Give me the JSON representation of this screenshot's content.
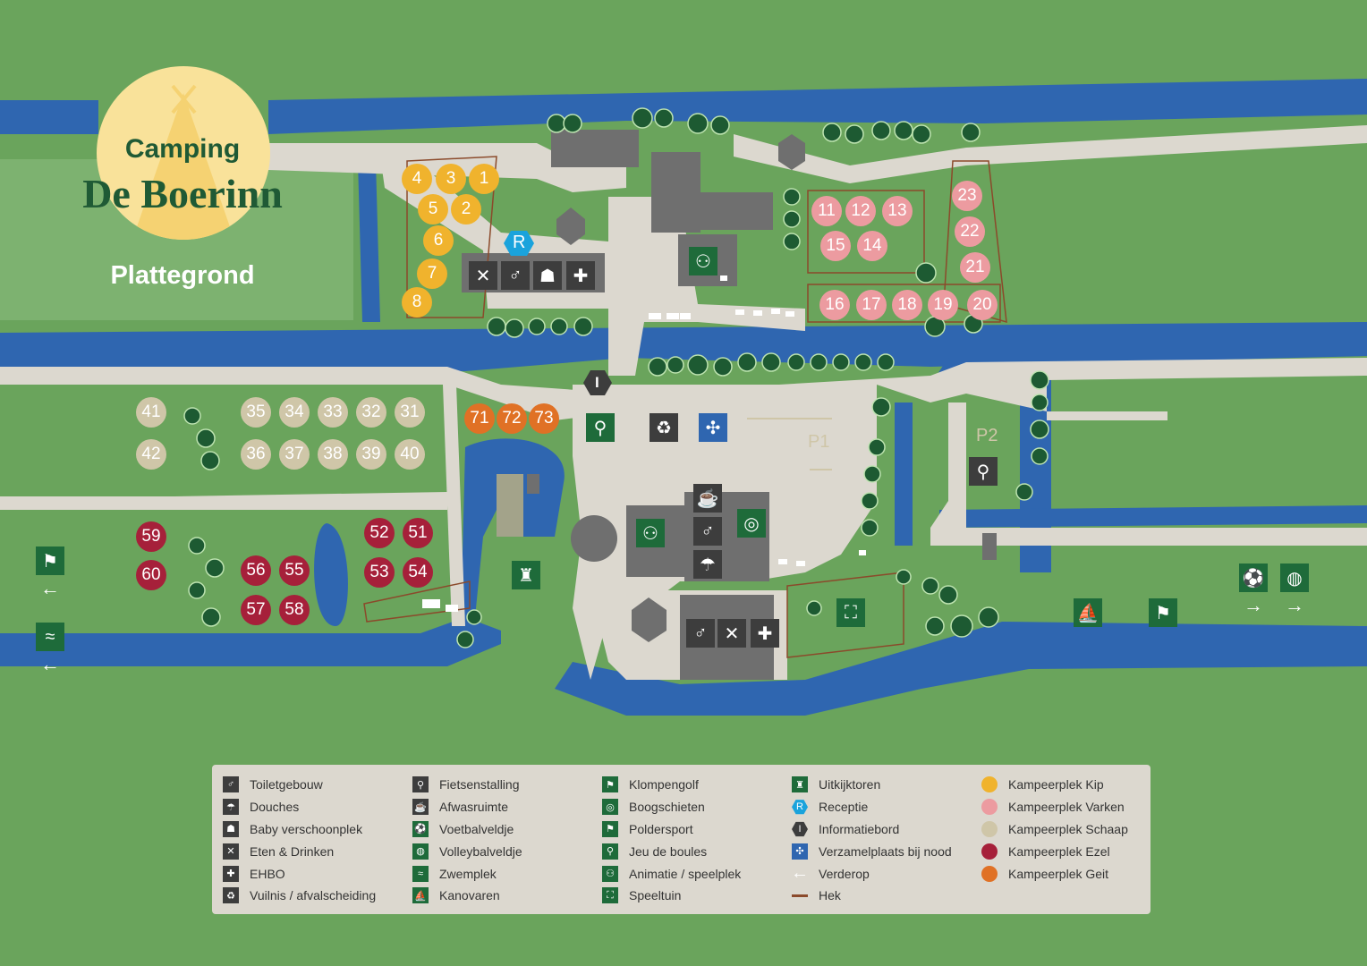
{
  "header": {
    "logo_top": "Camping",
    "logo_name": "De Boerinn",
    "subtitle": "Plattegrond"
  },
  "colors": {
    "grass": "#6aa45c",
    "water": "#2f66b0",
    "path": "#dcd8cf",
    "building": "#6f6f6f",
    "kip": "#f0b32d",
    "varken": "#ec9ba0",
    "schaap": "#cfc6a8",
    "ezel": "#a6203a",
    "geit": "#e07125",
    "info_blue": "#1aa3dc"
  },
  "map": {
    "parking": [
      "P1",
      "P2"
    ],
    "reception_badge": "R",
    "info_badge": "I",
    "pitch_groups": [
      {
        "group": "kip",
        "numbers": [
          "4",
          "3",
          "1",
          "5",
          "2",
          "6",
          "7",
          "8"
        ]
      },
      {
        "group": "varken",
        "numbers": [
          "23",
          "11",
          "12",
          "13",
          "22",
          "15",
          "14",
          "21",
          "16",
          "17",
          "18",
          "19",
          "20"
        ]
      },
      {
        "group": "schaap",
        "numbers": [
          "41",
          "42",
          "35",
          "34",
          "33",
          "32",
          "31",
          "36",
          "37",
          "38",
          "39",
          "40"
        ]
      },
      {
        "group": "geit",
        "numbers": [
          "71",
          "72",
          "73"
        ]
      },
      {
        "group": "ezel",
        "numbers": [
          "59",
          "60",
          "52",
          "51",
          "56",
          "55",
          "53",
          "54",
          "57",
          "58"
        ]
      }
    ]
  },
  "legend": {
    "columns": [
      [
        {
          "icon": "toilet-icon",
          "style": "dark",
          "label": "Toiletgebouw"
        },
        {
          "icon": "shower-icon",
          "style": "dark",
          "label": "Douches"
        },
        {
          "icon": "baby-change-icon",
          "style": "dark",
          "label": "Baby verschoonplek"
        },
        {
          "icon": "cutlery-icon",
          "style": "dark",
          "label": "Eten & Drinken"
        },
        {
          "icon": "first-aid-icon",
          "style": "dark",
          "label": "EHBO"
        },
        {
          "icon": "waste-bin-icon",
          "style": "dark",
          "label": "Vuilnis / afvalscheiding"
        }
      ],
      [
        {
          "icon": "bicycle-icon",
          "style": "dark",
          "label": "Fietsenstalling"
        },
        {
          "icon": "dishwashing-icon",
          "style": "dark",
          "label": "Afwasruimte"
        },
        {
          "icon": "football-icon",
          "style": "green",
          "label": "Voetbalveldje"
        },
        {
          "icon": "volleyball-icon",
          "style": "green",
          "label": "Volleybalveldje"
        },
        {
          "icon": "swimming-icon",
          "style": "green",
          "label": "Zwemplek"
        },
        {
          "icon": "canoe-icon",
          "style": "green",
          "label": "Kanovaren"
        }
      ],
      [
        {
          "icon": "golf-flag-icon",
          "style": "green",
          "label": "Klompengolf"
        },
        {
          "icon": "archery-icon",
          "style": "green",
          "label": "Boogschieten"
        },
        {
          "icon": "polder-sport-icon",
          "style": "green",
          "label": "Poldersport"
        },
        {
          "icon": "boules-icon",
          "style": "green",
          "label": "Jeu de boules"
        },
        {
          "icon": "animation-icon",
          "style": "green",
          "label": "Animatie / speelplek"
        },
        {
          "icon": "playground-icon",
          "style": "green",
          "label": "Speeltuin"
        }
      ],
      [
        {
          "icon": "lookout-tower-icon",
          "style": "green",
          "label": "Uitkijktoren"
        },
        {
          "icon": "reception-icon",
          "style": "hex",
          "label": "Receptie"
        },
        {
          "icon": "info-board-icon",
          "style": "hexdark",
          "label": "Informatiebord"
        },
        {
          "icon": "assembly-point-icon",
          "style": "blue",
          "label": "Verzamelplaats bij nood"
        },
        {
          "icon": "arrow-left-icon",
          "style": "plain",
          "label": "Verderop"
        },
        {
          "icon": "fence-icon",
          "style": "line",
          "label": "Hek"
        }
      ],
      [
        {
          "icon": "kip-dot-icon",
          "style": "dot",
          "color": "#f0b32d",
          "label": "Kampeerplek Kip"
        },
        {
          "icon": "varken-dot-icon",
          "style": "dot",
          "color": "#ec9ba0",
          "label": "Kampeerplek Varken"
        },
        {
          "icon": "schaap-dot-icon",
          "style": "dot",
          "color": "#cfc6a8",
          "label": "Kampeerplek Schaap"
        },
        {
          "icon": "ezel-dot-icon",
          "style": "dot",
          "color": "#a6203a",
          "label": "Kampeerplek Ezel"
        },
        {
          "icon": "geit-dot-icon",
          "style": "dot",
          "color": "#e07125",
          "label": "Kampeerplek Geit"
        }
      ]
    ]
  }
}
